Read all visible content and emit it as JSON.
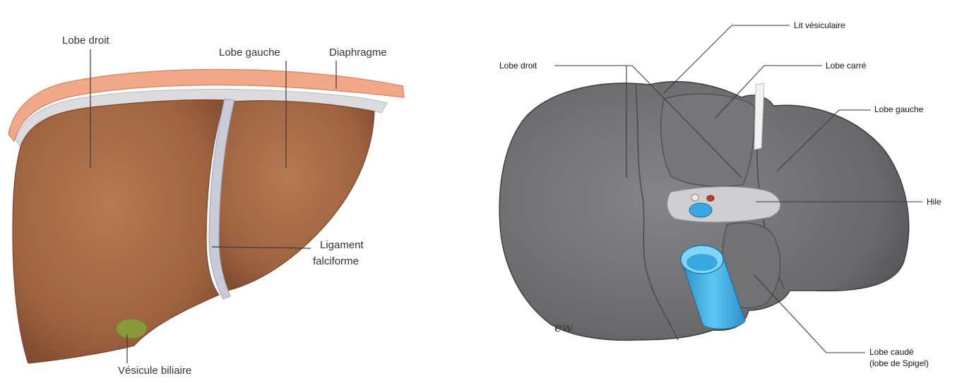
{
  "left_figure": {
    "labels": {
      "lobe_droit": "Lobe droit",
      "lobe_gauche": "Lobe gauche",
      "diaphragme": "Diaphragme",
      "ligament_line1": "Ligament",
      "ligament_line2": "falciforme",
      "vesicule": "Vésicule biliaire"
    },
    "colors": {
      "liver": "#a86a44",
      "diaphragm": "#f2a98a",
      "gallbladder": "#8a9a3a",
      "ligament": "#c9ccd6"
    }
  },
  "right_figure": {
    "labels": {
      "lit_vesiculaire": "Lit vésiculaire",
      "lobe_droit": "Lobe droit",
      "lobe_carre": "Lobe carré",
      "lobe_gauche": "Lobe gauche",
      "hile": "Hile",
      "lobe_caude_line1": "Lobe caudé",
      "lobe_caude_line2": "(lobe de Spigel)"
    },
    "signature": "ew",
    "colors": {
      "liver": "#6e6e70",
      "vena_cava": "#3aa8e0",
      "artery": "#c0392b"
    }
  }
}
